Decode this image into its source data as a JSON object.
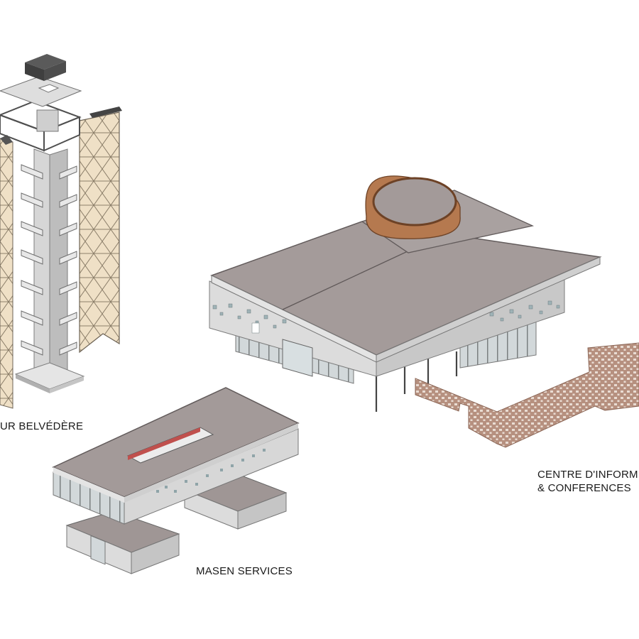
{
  "labels": {
    "tower": "UR BELVÉDÈRE",
    "masen": "MASEN SERVICES",
    "centre_line1": "CENTRE D'INFORM",
    "centre_line2": "& CONFERENCES"
  },
  "colors": {
    "roof": "#a39a99",
    "roof_edge": "#6f6868",
    "wall_light": "#e2e2e2",
    "wall_mid": "#c9c9c9",
    "wall_dark": "#a8a8a8",
    "glass": "#d2d8da",
    "copper": "#b5794f",
    "brick_screen": "#b6907f",
    "red_accent": "#c0504d",
    "lattice_panel": "#efe0c6",
    "dark_cap": "#4a4a4a",
    "window_blue": "#a7c0c4",
    "text": "#1a1a1a"
  }
}
